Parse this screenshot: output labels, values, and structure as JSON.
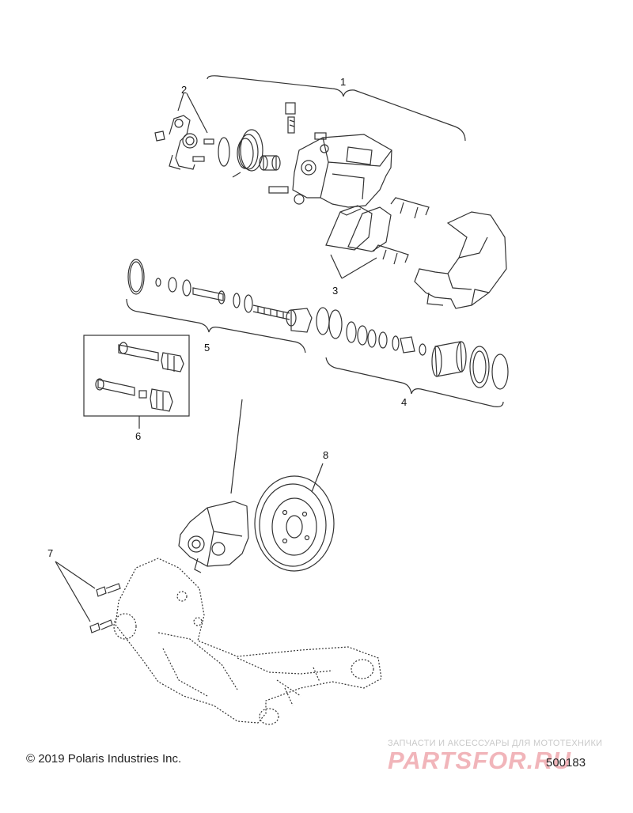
{
  "callouts": [
    "1",
    "2",
    "3",
    "4",
    "5",
    "6",
    "7",
    "8"
  ],
  "footer": {
    "copyright": "© 2019 Polaris Industries Inc.",
    "diagram_code": "500183"
  },
  "watermark": {
    "tagline": "ЗАПЧАСТИ И АКСЕССУАРЫ ДЛЯ МОТОТЕХНИКИ",
    "brand": "PARTSFOR.RU"
  },
  "colors": {
    "line": "#333333",
    "watermark": "#e07884"
  }
}
